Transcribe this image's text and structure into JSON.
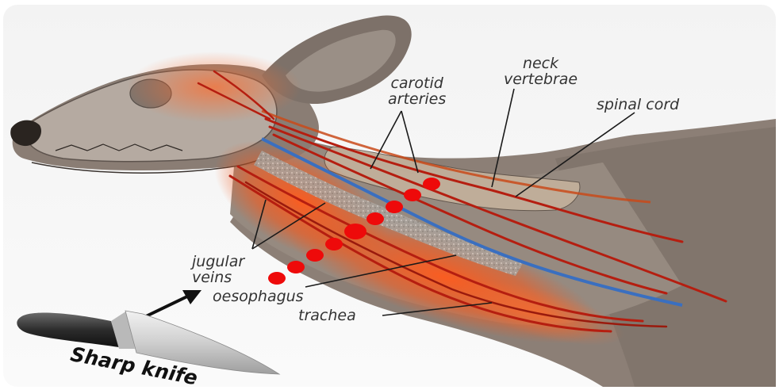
{
  "labels": {
    "carotid": "carotid\narteries",
    "neck_vertebrae": "neck\nvertebrae",
    "spinal_cord": "spinal cord",
    "jugular": "jugular\nveins",
    "oesophagus": "oesophagus",
    "trachea": "trachea",
    "knife": "Sharp knife"
  },
  "colors": {
    "artery": "#b51e10",
    "vein_blue": "#3a6fc0",
    "cut_dot": "#ee0a0a",
    "hide": "#8c7f76"
  }
}
